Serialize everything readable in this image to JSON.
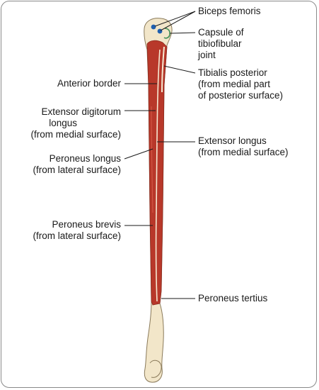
{
  "labels": {
    "biceps_femoris": "Biceps femoris",
    "capsule": [
      "Capsule of",
      "tibiofibular",
      "joint"
    ],
    "tibialis_posterior": [
      "Tibialis posterior",
      "(from medial part",
      "of posterior surface)"
    ],
    "anterior_border": "Anterior border",
    "extensor_digitorum": [
      "Extensor digitorum",
      "longus",
      "(from medial surface)"
    ],
    "extensor_longus": [
      "Extensor longus",
      "(from medial surface)"
    ],
    "peroneus_longus": [
      "Peroneus longus",
      "(from lateral surface)"
    ],
    "peroneus_brevis": [
      "Peroneus brevis",
      "(from lateral surface)"
    ],
    "peroneus_tertius": "Peroneus tertius"
  },
  "colors": {
    "bone": "#f2e6c9",
    "bone_outline": "#8a7a5a",
    "muscle": "#b8382a",
    "muscle_dark": "#8e2a1f",
    "attachment_blue": "#1f5fae",
    "capsule_green": "#3f8f55"
  }
}
